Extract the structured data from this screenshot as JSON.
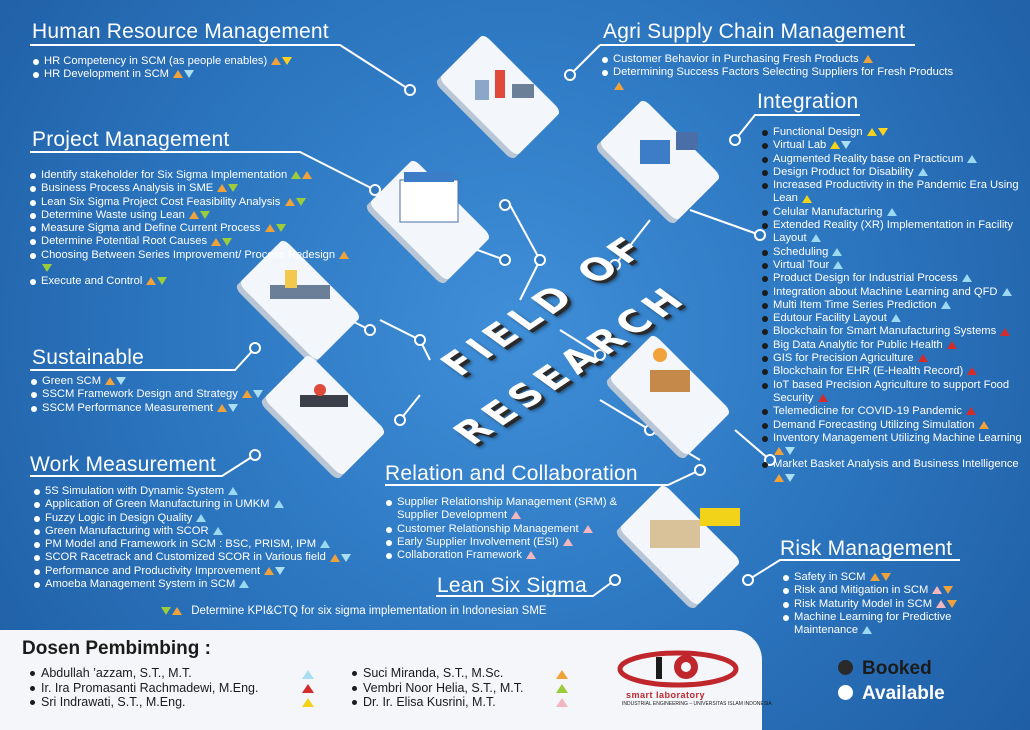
{
  "center": {
    "line1": "FIELD OF",
    "line2": "RESEARCH"
  },
  "sections": {
    "hrm": {
      "title": "Human Resource Management",
      "items": [
        "HR Competency in SCM (as people enables)",
        "HR Development in  SCM"
      ]
    },
    "agri": {
      "title": "Agri Supply Chain Management",
      "items": [
        "Customer Behavior in Purchasing Fresh Products",
        "Determining Success Factors Selecting Suppliers for Fresh Products"
      ]
    },
    "pm": {
      "title": "Project Management",
      "items": [
        "Identify stakeholder for Six Sigma Implementation",
        "Business Process Analysis in SME",
        "Lean Six Sigma Project Cost Feasibility Analysis",
        "Determine Waste using Lean",
        "Measure Sigma and Define Current Process",
        "Determine Potential Root Causes",
        "Choosing Between Series Improvement/ Process Redesign",
        "Execute and Control"
      ]
    },
    "integration": {
      "title": "Integration",
      "items": [
        "Functional Design",
        "Virtual Lab",
        "Augmented Reality base on Practicum",
        "Design Product for Disability",
        "Increased Productivity in the Pandemic Era Using Lean",
        "Celular Manufacturing",
        "Extended Reality (XR) Implementation in Facility Layout",
        "Scheduling",
        "Virtual Tour",
        "Product Design for Industrial Process",
        "Integration about Machine Learning and QFD",
        "Multi Item Time Series Prediction",
        "Edutour Facility Layout",
        "Blockchain for Smart Manufacturing Systems",
        "Big Data Analytic for Public Health",
        "GIS for Precision Agriculture",
        "Blockchain for EHR (E-Health Record)",
        "IoT based Precision Agriculture to support Food Security",
        "Telemedicine for COVID-19 Pandemic",
        "Demand Forecasting Utilizing Simulation",
        "Inventory Management Utilizing Machine Learning",
        "Market Basket Analysis and Business Intelligence"
      ]
    },
    "sustainable": {
      "title": "Sustainable",
      "items": [
        "Green SCM",
        "SSCM Framework Design and Strategy",
        "SSCM Performance Measurement"
      ]
    },
    "work": {
      "title": "Work Measurement",
      "items": [
        "5S Simulation with Dynamic System",
        "Application of Green Manufacturing in UMKM",
        "Fuzzy Logic in Design Quality",
        "Green Manufacturing with SCOR",
        "PM Model and Framework in SCM : BSC, PRISM, IPM",
        "SCOR Racetrack and Customized SCOR in Various field",
        "Performance and Productivity Improvement",
        "Amoeba Management System in SCM"
      ]
    },
    "relation": {
      "title": "Relation and Collaboration",
      "items": [
        "Supplier Relationship Management (SRM) & Supplier Development",
        "Customer Relationship Management",
        "Early Supplier Involvement (ESI)",
        "Collaboration Framework"
      ]
    },
    "lss": {
      "title": "Lean Six Sigma"
    },
    "risk": {
      "title": "Risk Management",
      "items": [
        "Safety in SCM",
        "Risk and Mitigation in SCM",
        "Risk Maturity Model in SCM",
        "Machine Learning for Predictive Maintenance"
      ]
    }
  },
  "kpi": "Determine KPI&CTQ for six sigma implementation in Indonesian SME",
  "footer": {
    "title": "Dosen Pembimbing :",
    "col1": [
      "Abdullah ’azzam, S.T., M.T.",
      "Ir. Ira Promasanti Rachmadewi, M.Eng.",
      "Sri Indrawati, S.T., M.Eng."
    ],
    "col2": [
      "Suci Miranda, S.T., M.Sc.",
      "Vembri Noor Helia, S.T., M.T.",
      "Dr. Ir. Elisa Kusrini, M.T."
    ],
    "mark_colors1": [
      "#a9dff1",
      "#d62b2b",
      "#f2d319"
    ],
    "mark_colors2": [
      "#f0a23a",
      "#9ccc3a",
      "#f2b6bf"
    ],
    "logo_text": "smart laboratory",
    "logo_sub": "INDUSTRIAL ENGINEERING – UNIVERSITAS ISLAM INDONESIA"
  },
  "legend": {
    "booked": "Booked",
    "available": "Available",
    "booked_color": "#2a2a2a",
    "available_color": "#ffffff"
  },
  "colors": {
    "background": "#2e78c2",
    "footer_bg": "#f4f6f9",
    "accent_orange": "#f0a23a",
    "accent_yellow": "#f2d319",
    "accent_red": "#d62b2b",
    "accent_blue": "#a9dff1",
    "accent_pink": "#f2b6bf",
    "accent_green": "#9ccc3a"
  }
}
